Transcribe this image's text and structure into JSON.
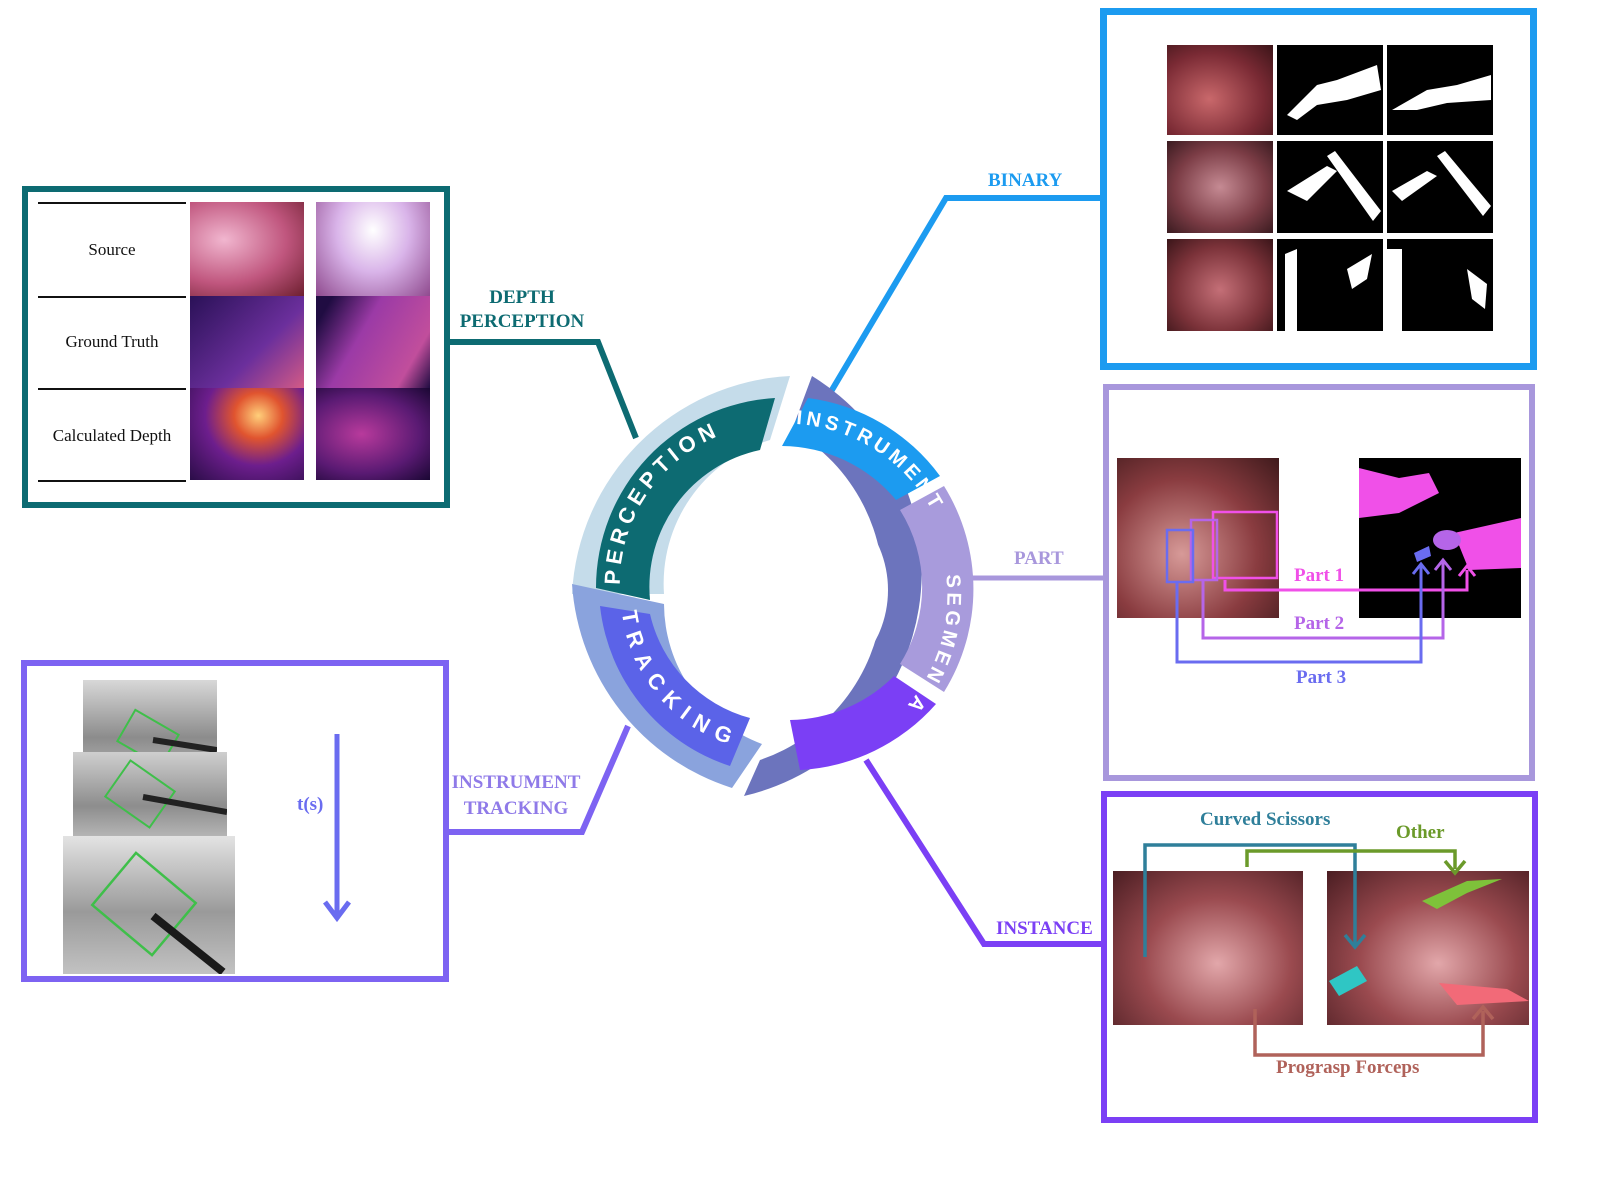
{
  "depth": {
    "heading_line1": "DEPTH",
    "heading_line2": "PERCEPTION",
    "rows": [
      "Source",
      "Ground Truth",
      "Calculated Depth"
    ]
  },
  "binary": {
    "heading": "BINARY"
  },
  "part": {
    "heading": "PART",
    "labels": [
      "Part 1",
      "Part 2",
      "Part 3"
    ]
  },
  "instance": {
    "heading": "INSTANCE",
    "labels": [
      "Curved Scissors",
      "Other",
      "Prograsp Forceps"
    ]
  },
  "tracking": {
    "heading_line1": "INSTRUMENT",
    "heading_line2": "TRACKING",
    "time_label": "t(s)"
  },
  "ring": {
    "perception": "PERCEPTION",
    "instrument": "INSTRUMENT",
    "segmentation": "SEGMENTATION",
    "tracking": "TRACKING"
  },
  "colors": {
    "teal": "#0d6b72",
    "blue": "#1c9bf0",
    "lavender": "#a897dc",
    "violet": "#7b3ff5",
    "periwinkle": "#7d63f2",
    "pink": "#f050e8",
    "purple_part2": "#b565e8",
    "blue_part3": "#6a6cf0",
    "scissors": "#2f7f9a",
    "other": "#6b9a2a",
    "forceps": "#b0625a"
  }
}
